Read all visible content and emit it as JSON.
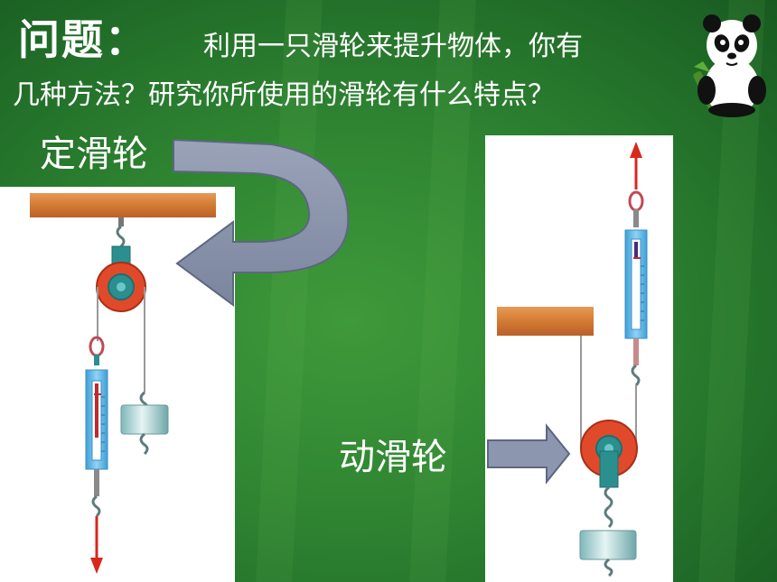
{
  "question": {
    "label": "问题：",
    "text_line1": "利用一只滑轮来提升物体，你有",
    "text_line2": "几种方法？研究你所使用的滑轮有什么特点？"
  },
  "fixed_pulley_label": "定滑轮",
  "movable_pulley_label": "动滑轮",
  "colors": {
    "background": "#2e8331",
    "wood": "#d9823a",
    "pulley_wheel": "#e04a2a",
    "pulley_hub": "#2b8f90",
    "spring_scale": "#5ab6e6",
    "arrow_red": "#d8281c",
    "big_arrow": "#8c96ae"
  },
  "icons": [
    "panda-icon",
    "curved-arrow-icon",
    "right-arrow-icon"
  ]
}
